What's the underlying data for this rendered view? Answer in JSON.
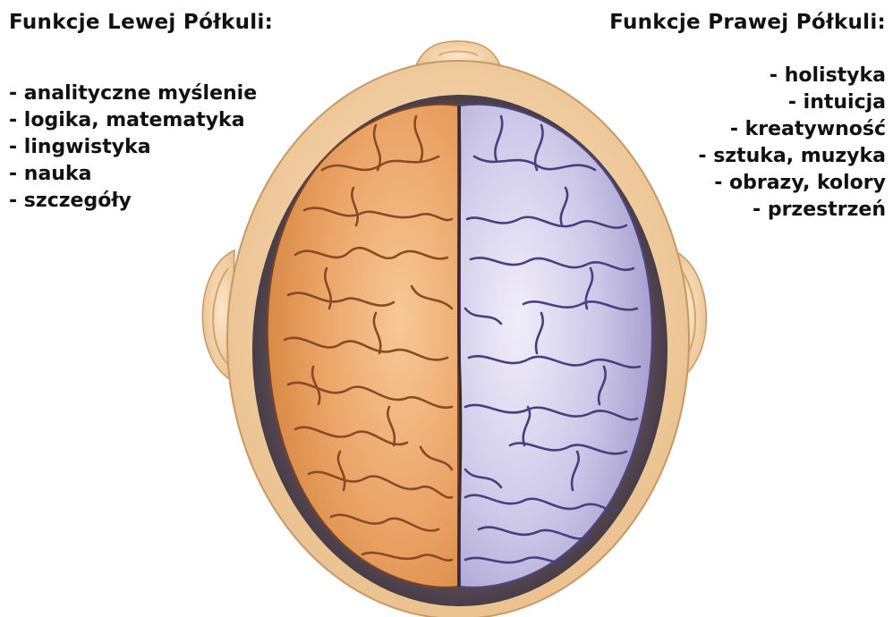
{
  "left_hemisphere": {
    "title": "Funkcje Lewej Półkuli:",
    "functions": [
      "- analityczne myślenie",
      "- logika, matematyka",
      "- lingwistyka",
      "- nauka",
      "- szczegóły"
    ],
    "color": "#e8a060"
  },
  "right_hemisphere": {
    "title": "Funkcje Prawej Półkuli:",
    "functions": [
      "- holistyka",
      "- intuicja",
      "- kreatywność",
      "- sztuka, muzyka",
      "- obrazy, kolory",
      "- przestrzeń"
    ],
    "color": "#cbc6e6"
  },
  "head_color": "#f1cfa3"
}
